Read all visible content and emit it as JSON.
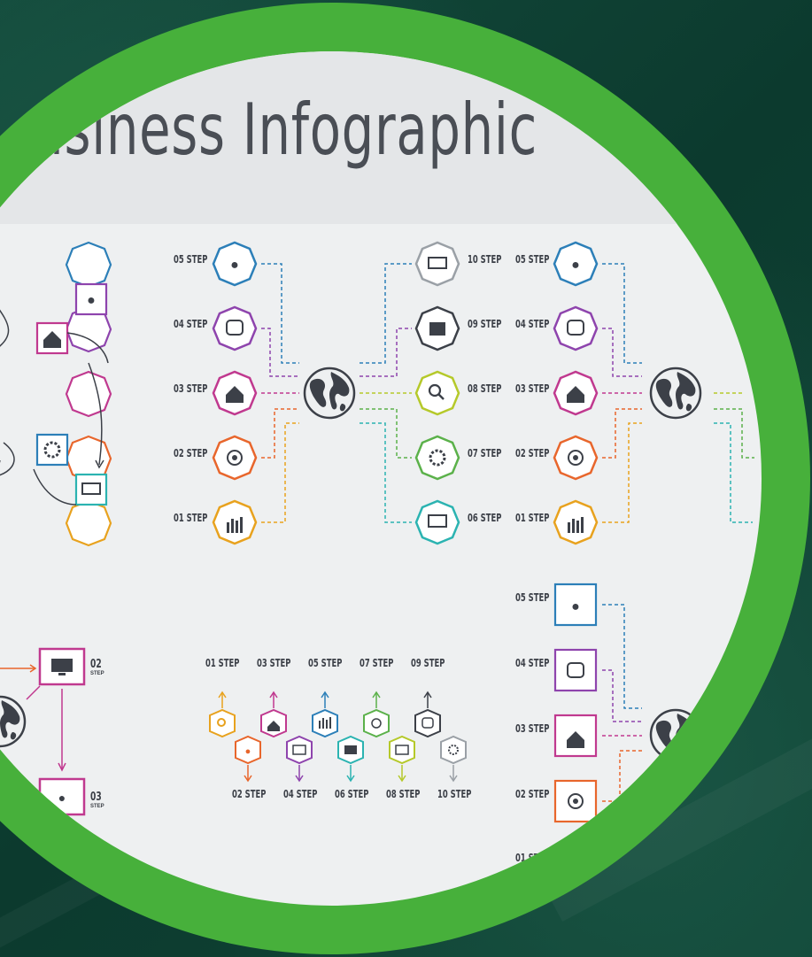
{
  "title": "Business Infographic",
  "colors": {
    "ring_green": "#47b03b",
    "background_green": "#0f3f33",
    "panel_gray": "#eef0f1",
    "blue": "#2c7fb8",
    "purple": "#8e44ad",
    "magenta": "#c0398f",
    "orange": "#e8662c",
    "amber": "#e8a21e",
    "lime": "#b5c92a",
    "green": "#5bb14a",
    "teal": "#2bb3b1",
    "gray_icon": "#3c4048"
  },
  "labels": {
    "step01": "01 STEP",
    "step02": "02 STEP",
    "step03": "03 STEP",
    "step04": "04 STEP",
    "step05": "05 STEP",
    "step06": "06 STEP",
    "step07": "07 STEP",
    "step08": "08 STEP",
    "step09": "09 STEP",
    "step10": "10 STEP",
    "step01_partial": "01 ST",
    "num02": "02",
    "num03": "03",
    "step_word": "STEP"
  },
  "icons": [
    "lightbulb-icon",
    "alarm-clock-icon",
    "home-icon",
    "target-icon",
    "bar-chart-icon",
    "laptop-icon",
    "inbox-icon",
    "search-icon",
    "gear-icon",
    "monitor-icon",
    "globe-icon"
  ]
}
